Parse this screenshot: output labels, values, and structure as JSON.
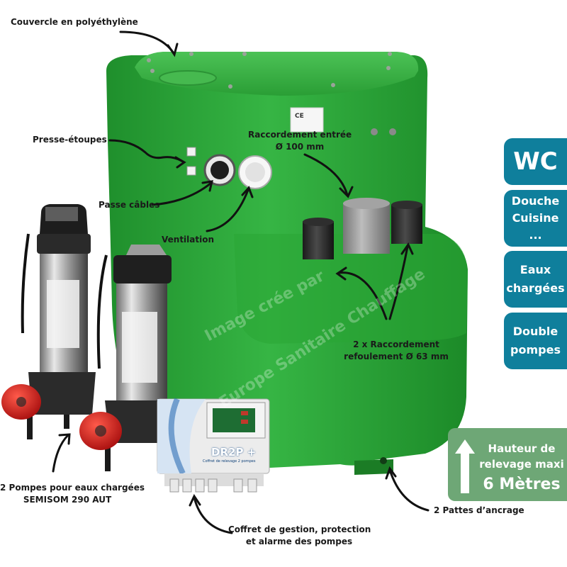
{
  "labels": {
    "couvercle": "Couvercle en polyéthylène",
    "presse": "Presse-étoupes",
    "passe": "Passe câbles",
    "ventilation": "Ventilation",
    "raccord_entree_l1": "Raccordement entrée",
    "raccord_entree_l2": "Ø 100 mm",
    "refoulement_l1": "2 x Raccordement",
    "refoulement_l2": "refoulement Ø 63 mm",
    "pompes_l1": "2 Pompes pour eaux chargées",
    "pompes_l2": "SEMISOM 290 AUT",
    "coffret_l1": "Coffret de gestion, protection",
    "coffret_l2": "et alarme des pompes",
    "pattes": "2 Pattes d’ancrage"
  },
  "badges": {
    "wc": "WC",
    "usage_l1": "Douche",
    "usage_l2": "Cuisine",
    "usage_l3": "...",
    "eaux_l1": "Eaux",
    "eaux_l2": "chargées",
    "double_l1": "Double",
    "double_l2": "pompes"
  },
  "lift": {
    "line1": "Hauteur de",
    "line2": "relevage maxi",
    "value": "6 Mètres"
  },
  "watermark": {
    "line1": "Image crée par",
    "line2": "Europe Sanitaire Chauffage"
  },
  "controller": {
    "brand": "DR2P +",
    "subtitle": "Coffret de relevage 2 pompes"
  },
  "colors": {
    "tank_green": "#2faa3a",
    "badge_blue": "#0f7f9c",
    "lift_green": "#6ea776"
  }
}
